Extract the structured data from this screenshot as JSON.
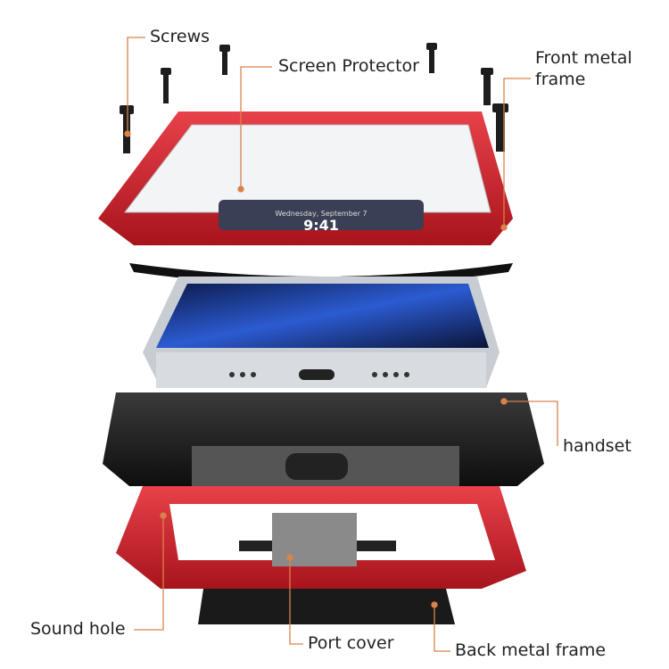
{
  "labels": {
    "screws": "Screws",
    "screen_protector": "Screen Protector",
    "front_frame_line1": "Front metal",
    "front_frame_line2": "frame",
    "handset": "handset",
    "sound_hole": "Sound hole",
    "port_cover": "Port cover",
    "back_frame": "Back metal frame"
  },
  "phone_screen": {
    "date": "Wednesday, September 7",
    "time": "9:41"
  },
  "colors": {
    "leader_line": "#d9824a",
    "frame_red": "#d0222c",
    "case_black": "#1e1e1e"
  }
}
